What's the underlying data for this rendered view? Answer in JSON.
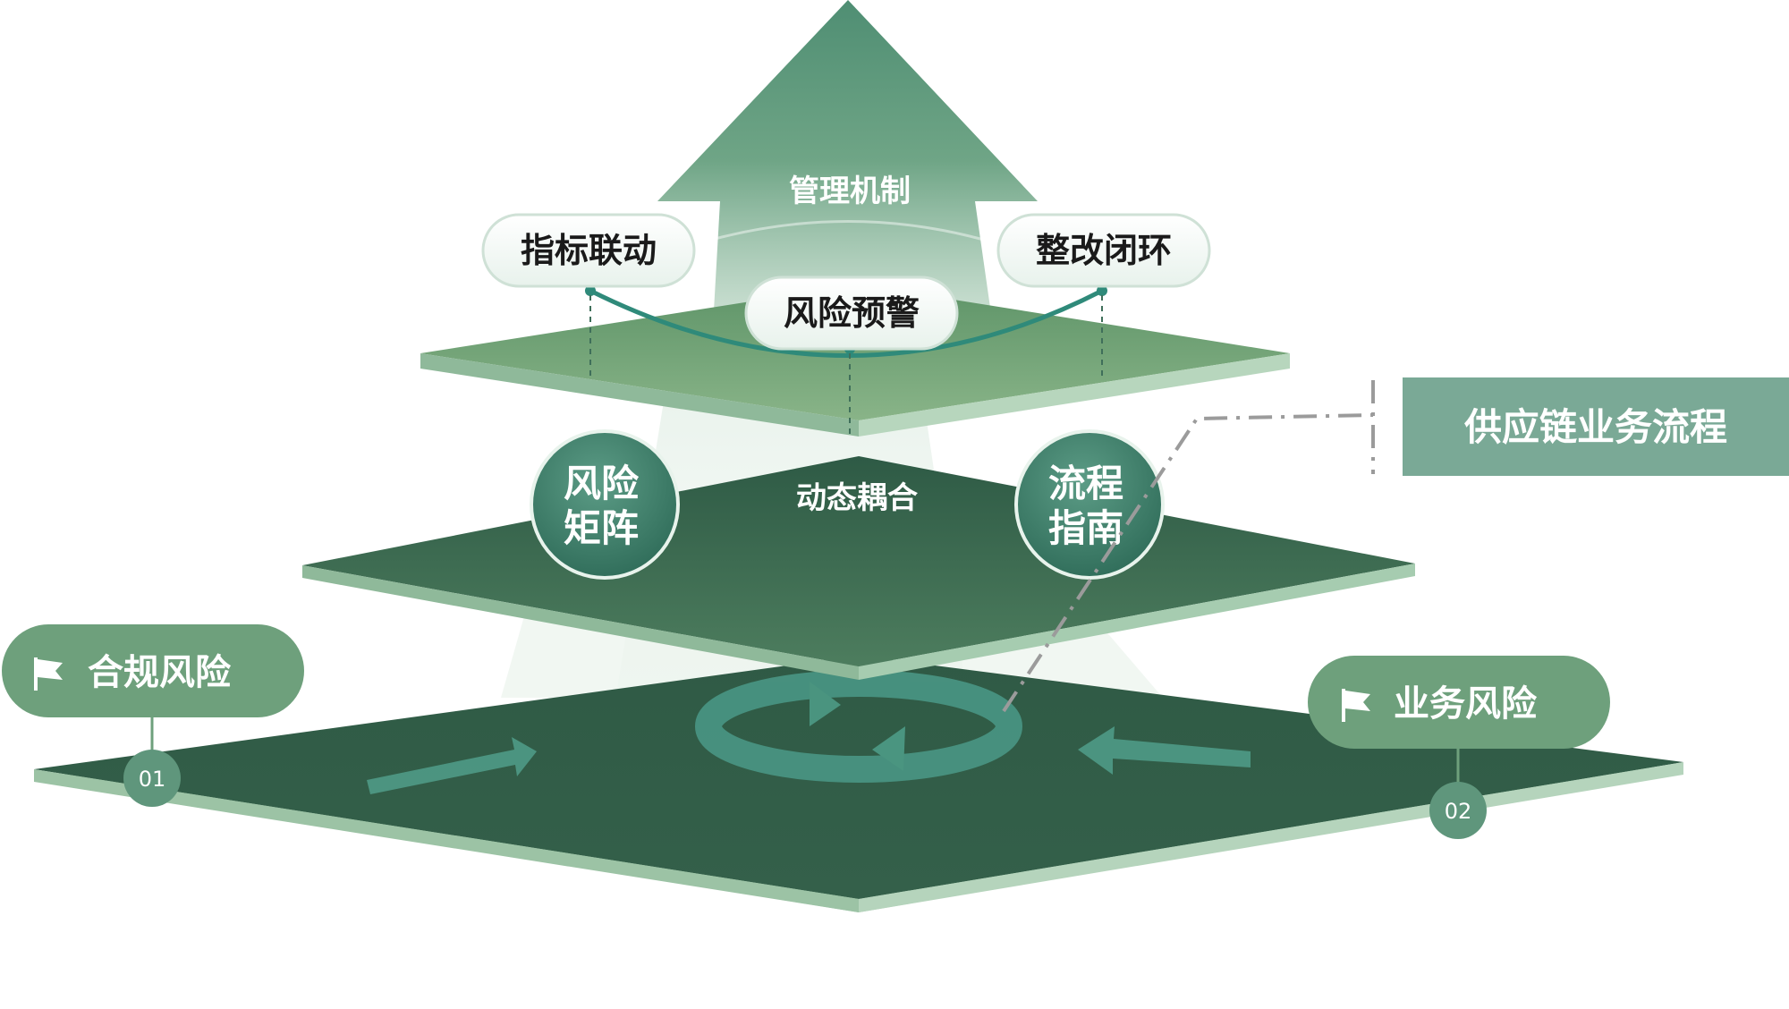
{
  "top_arrow_label": "管理机制",
  "pills": {
    "left": "指标联动",
    "center": "风险预警",
    "right": "整改闭环"
  },
  "middle_layer_label": "动态耦合",
  "circles": {
    "left": [
      "风险",
      "矩阵"
    ],
    "right": [
      "流程",
      "指南"
    ]
  },
  "side_box": "供应链业务流程",
  "tags": {
    "left": {
      "label": "合规风险",
      "number": "01",
      "icon": "flag-icon"
    },
    "right": {
      "label": "业务风险",
      "number": "02",
      "icon": "flag-icon"
    }
  },
  "colors": {
    "dark_green": "#2f5c48",
    "mid_green": "#6e9c78",
    "light_green": "#a7c9ae",
    "teal": "#2f8a7a",
    "side_box": "#7aa996",
    "tag": "#6ea07c"
  }
}
